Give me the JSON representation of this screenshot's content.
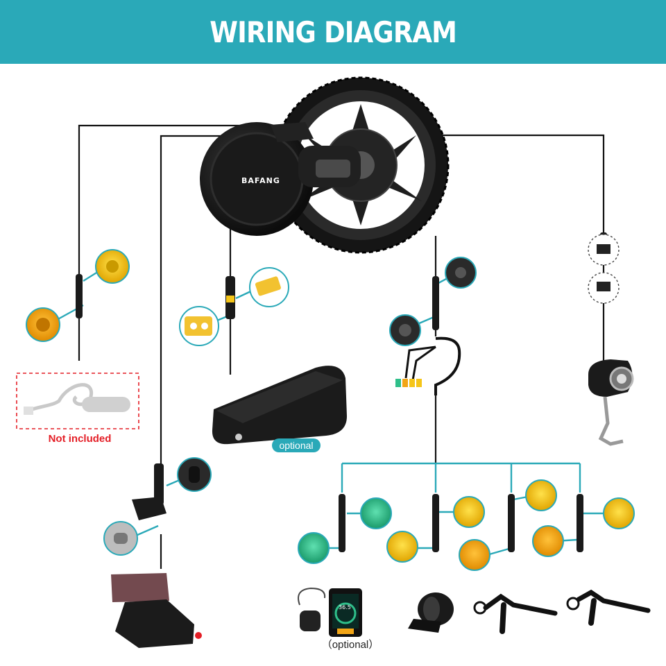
{
  "header": {
    "title": "WIRING DIAGRAM"
  },
  "brand": "BAFANG",
  "labels": {
    "not_included": "Not included",
    "optional_battery": "optional",
    "optional_display": "（optional）"
  },
  "display_reading": "36.5",
  "colors": {
    "header_bg": "#2aa9b8",
    "wire_black": "#111111",
    "wire_teal": "#2aa9b8",
    "connector_yellow": "#f5c518",
    "connector_orange": "#f2a516",
    "connector_green": "#2fbf8a",
    "not_included_red": "#e41e26"
  },
  "icons": [
    "mid-drive-motor-icon",
    "chainring-icon",
    "speed-sensor-cable-icon",
    "battery-icon",
    "xt60-connector-icon",
    "headlight-icon",
    "eb-bus-harness-icon",
    "gear-sensor-icon",
    "display-icon",
    "thumb-throttle-icon",
    "brake-lever-icon"
  ]
}
